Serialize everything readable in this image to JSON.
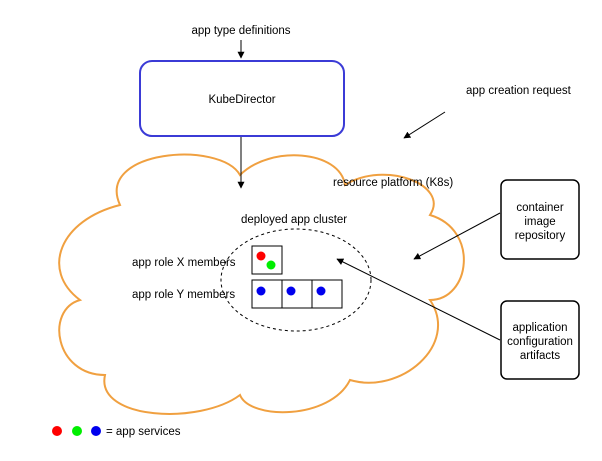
{
  "labels": {
    "app_type_definitions": "app type definitions",
    "kubedirector": "KubeDirector",
    "app_creation_request": "app creation request",
    "resource_platform": "resource platform (K8s)",
    "deployed_app_cluster": "deployed app cluster",
    "app_role_x": "app role X members",
    "app_role_y": "app role Y members",
    "container_image_repository": [
      "container",
      "image",
      "repository"
    ],
    "application_configuration_artifacts": [
      "application",
      "configuration",
      "artifacts"
    ],
    "legend_text": "= app services"
  },
  "colors": {
    "kubedirector_border": "#3b3bd6",
    "cloud_border": "#f0a040",
    "service_red": "#ff0000",
    "service_green": "#00ee00",
    "service_blue": "#0000ee"
  },
  "role_x_services": [
    "red",
    "green"
  ],
  "role_y_member_count": 3,
  "legend_services": [
    "red",
    "green",
    "blue"
  ]
}
